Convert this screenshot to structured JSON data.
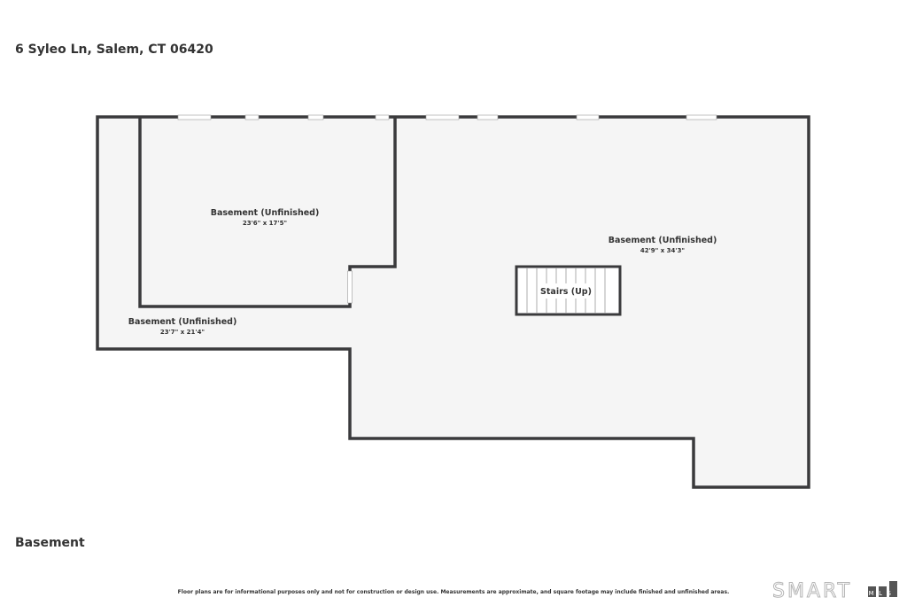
{
  "address": "6 Syleo Ln, Salem, CT 06420",
  "floor_name": "Basement",
  "rooms": [
    {
      "name": "Basement (Unfinished)",
      "dimensions": "23'6\" x 17'5\""
    },
    {
      "name": "Basement (Unfinished)",
      "dimensions": "42'9\" x 34'3\""
    },
    {
      "name": "Basement (Unfinished)",
      "dimensions": "23'7\" x 21'4\""
    }
  ],
  "stairs": {
    "label": "Stairs (Up)"
  },
  "disclaimer": "Floor plans are for informational purposes only and not for construction or design use. Measurements are approximate, and square footage may include finished and unfinished areas.",
  "logo": {
    "main": "SMART",
    "sub": "MLS"
  },
  "colors": {
    "wall": "#3a3a3c",
    "floor": "#f5f5f5",
    "window": "#ffffff",
    "text": "#333333"
  }
}
